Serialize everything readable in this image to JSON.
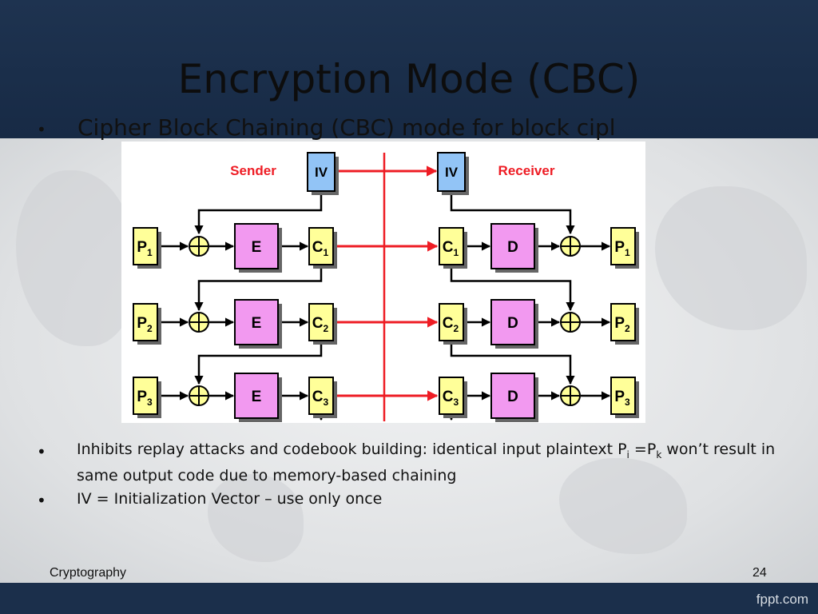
{
  "slide": {
    "title": "Encryption Mode (CBC)",
    "lead_bullet_symbol": "•",
    "lead_text": "Cipher Block Chaining (CBC) mode for block cipl",
    "bullets": [
      {
        "symbol": "•",
        "text_before": "Inhibits replay attacks and codebook building: identical input plaintext P",
        "sub_i": "i",
        "text_mid": " =P",
        "sub_k": "k",
        "text_after": " won’t result in same output code due to memory-based chaining"
      },
      {
        "symbol": "•",
        "text": "IV = Initialization Vector – use only once"
      }
    ]
  },
  "diagram": {
    "sender_label": "Sender",
    "receiver_label": "Receiver",
    "iv_label": "IV",
    "encrypt_label": "E",
    "decrypt_label": "D",
    "block_letters": {
      "plaintext": "P",
      "ciphertext": "C"
    },
    "rows": [
      {
        "index": "1"
      },
      {
        "index": "2"
      },
      {
        "index": "3"
      }
    ],
    "colors": {
      "iv_fill": "#92c4f6",
      "block_fill": "#ffff99",
      "cipher_fill": "#f299f0",
      "arrow_red": "#ee1c24",
      "label_red": "#ee1c24",
      "stroke": "#000000"
    }
  },
  "footer": {
    "left": "Cryptography",
    "page_number": "24",
    "watermark": "fppt.com"
  }
}
